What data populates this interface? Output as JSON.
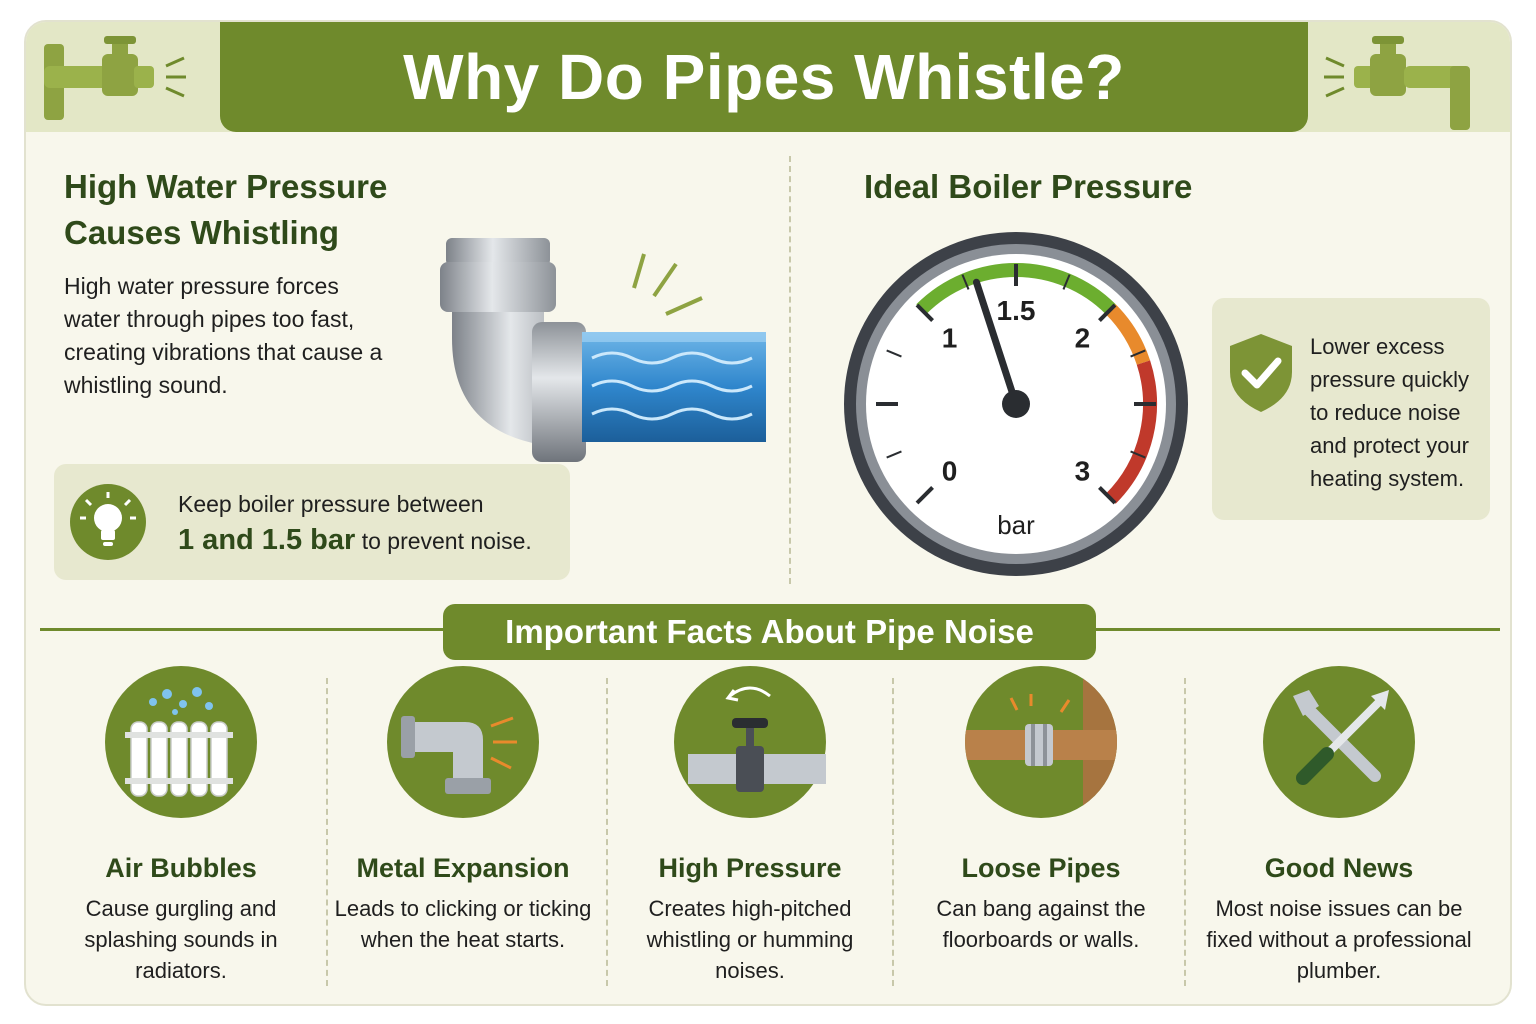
{
  "title": "Why Do Pipes Whistle?",
  "left_section": {
    "heading_line1": "High Water Pressure",
    "heading_line2": "Causes Whistling",
    "body": "High water pressure forces water through pipes too fast, creating vibrations that cause a whistling sound.",
    "tip_prefix": "Keep boiler pressure between",
    "tip_bold": "1 and 1.5 bar",
    "tip_suffix": " to prevent noise.",
    "tip_icon": "lightbulb-icon"
  },
  "right_section": {
    "heading": "Ideal Boiler Pressure",
    "gauge": {
      "labels": [
        "0",
        "1",
        "1.5",
        "2",
        "3"
      ],
      "unit": "bar",
      "needle_value": 1.3,
      "range_min": 0,
      "range_max": 3,
      "zones": [
        {
          "from": 1,
          "to": 1.5,
          "color": "#6cae2f"
        },
        {
          "from": 1.5,
          "to": 2,
          "color": "#6cae2f"
        },
        {
          "from": 2,
          "to": 2.3,
          "color": "#e88a2c"
        },
        {
          "from": 2.3,
          "to": 3,
          "color": "#c0392b"
        }
      ]
    },
    "advice": "Lower excess pressure quickly to reduce noise and protect your heating system.",
    "advice_icon": "shield-check-icon"
  },
  "facts": {
    "heading": "Important Facts About Pipe Noise",
    "items": [
      {
        "title": "Air Bubbles",
        "text": "Cause gurgling and splashing sounds in radiators.",
        "icon": "radiator-bubbles-icon"
      },
      {
        "title": "Metal Expansion",
        "text": "Leads to clicking or ticking when the heat starts.",
        "icon": "pipe-elbow-icon"
      },
      {
        "title": "High Pressure",
        "text": "Creates high-pitched whistling or humming noises.",
        "icon": "valve-pipe-icon"
      },
      {
        "title": "Loose Pipes",
        "text": "Can bang against the floorboards or walls.",
        "icon": "loose-pipe-icon"
      },
      {
        "title": "Good News",
        "text": "Most noise issues can be fixed without a professional plumber.",
        "icon": "tools-icon"
      }
    ]
  },
  "colors": {
    "primary_green": "#6f8a2c",
    "dark_green_text": "#2f4a1a",
    "panel_beige": "#e7e8cf",
    "background": "#f8f7ec"
  }
}
